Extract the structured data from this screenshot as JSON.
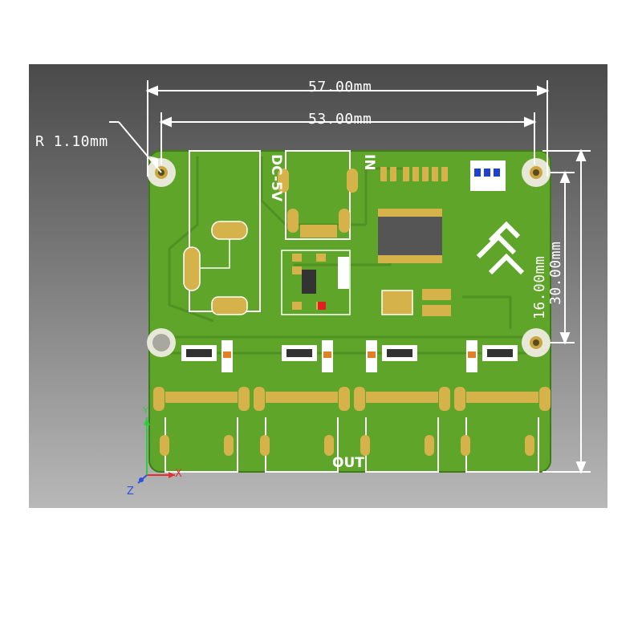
{
  "dimensions": {
    "width_outer": "57.00mm",
    "width_inner": "53.00mm",
    "height_total": "30.00mm",
    "height_partial": "16.00mm",
    "corner_radius": "R 1.10mm"
  },
  "silkscreen": {
    "power": "DC-5V",
    "input": "IN",
    "output": "OUT"
  },
  "axes": {
    "x": "X",
    "y": "Y",
    "z": "Z"
  },
  "colors": {
    "viewport_top": "#4a4a4a",
    "board": "#5fa52a",
    "pad": "#d6b24a",
    "silk": "#ffffff",
    "axis_x": "#e53030",
    "axis_y": "#2ecc40",
    "axis_z": "#3050e0"
  }
}
